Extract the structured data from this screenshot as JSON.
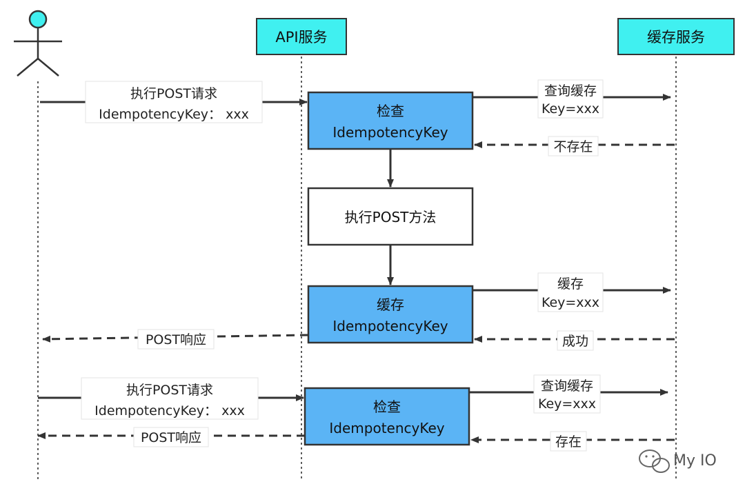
{
  "participants": {
    "api": "API服务",
    "cache": "缓存服务"
  },
  "boxes": {
    "check1": [
      "检查",
      "IdempotencyKey"
    ],
    "exec": [
      "执行POST方法"
    ],
    "store": [
      "缓存",
      "IdempotencyKey"
    ],
    "check2": [
      "检查",
      "IdempotencyKey"
    ]
  },
  "messages": {
    "req1": [
      "执行POST请求",
      "IdempotencyKey： xxx"
    ],
    "query1": [
      "查询缓存",
      "Key=xxx"
    ],
    "notexist": [
      "不存在"
    ],
    "store": [
      "缓存",
      "Key=xxx"
    ],
    "success": [
      "成功"
    ],
    "resp1": [
      "POST响应"
    ],
    "req2": [
      "执行POST请求",
      "IdempotencyKey： xxx"
    ],
    "query2": [
      "查询缓存",
      "Key=xxx"
    ],
    "exist": [
      "存在"
    ],
    "resp2": [
      "POST响应"
    ]
  },
  "watermark": "My IO",
  "colors": {
    "header_fill": "#40f0f0",
    "box_fill": "#5bb4f5",
    "line": "#333333"
  }
}
